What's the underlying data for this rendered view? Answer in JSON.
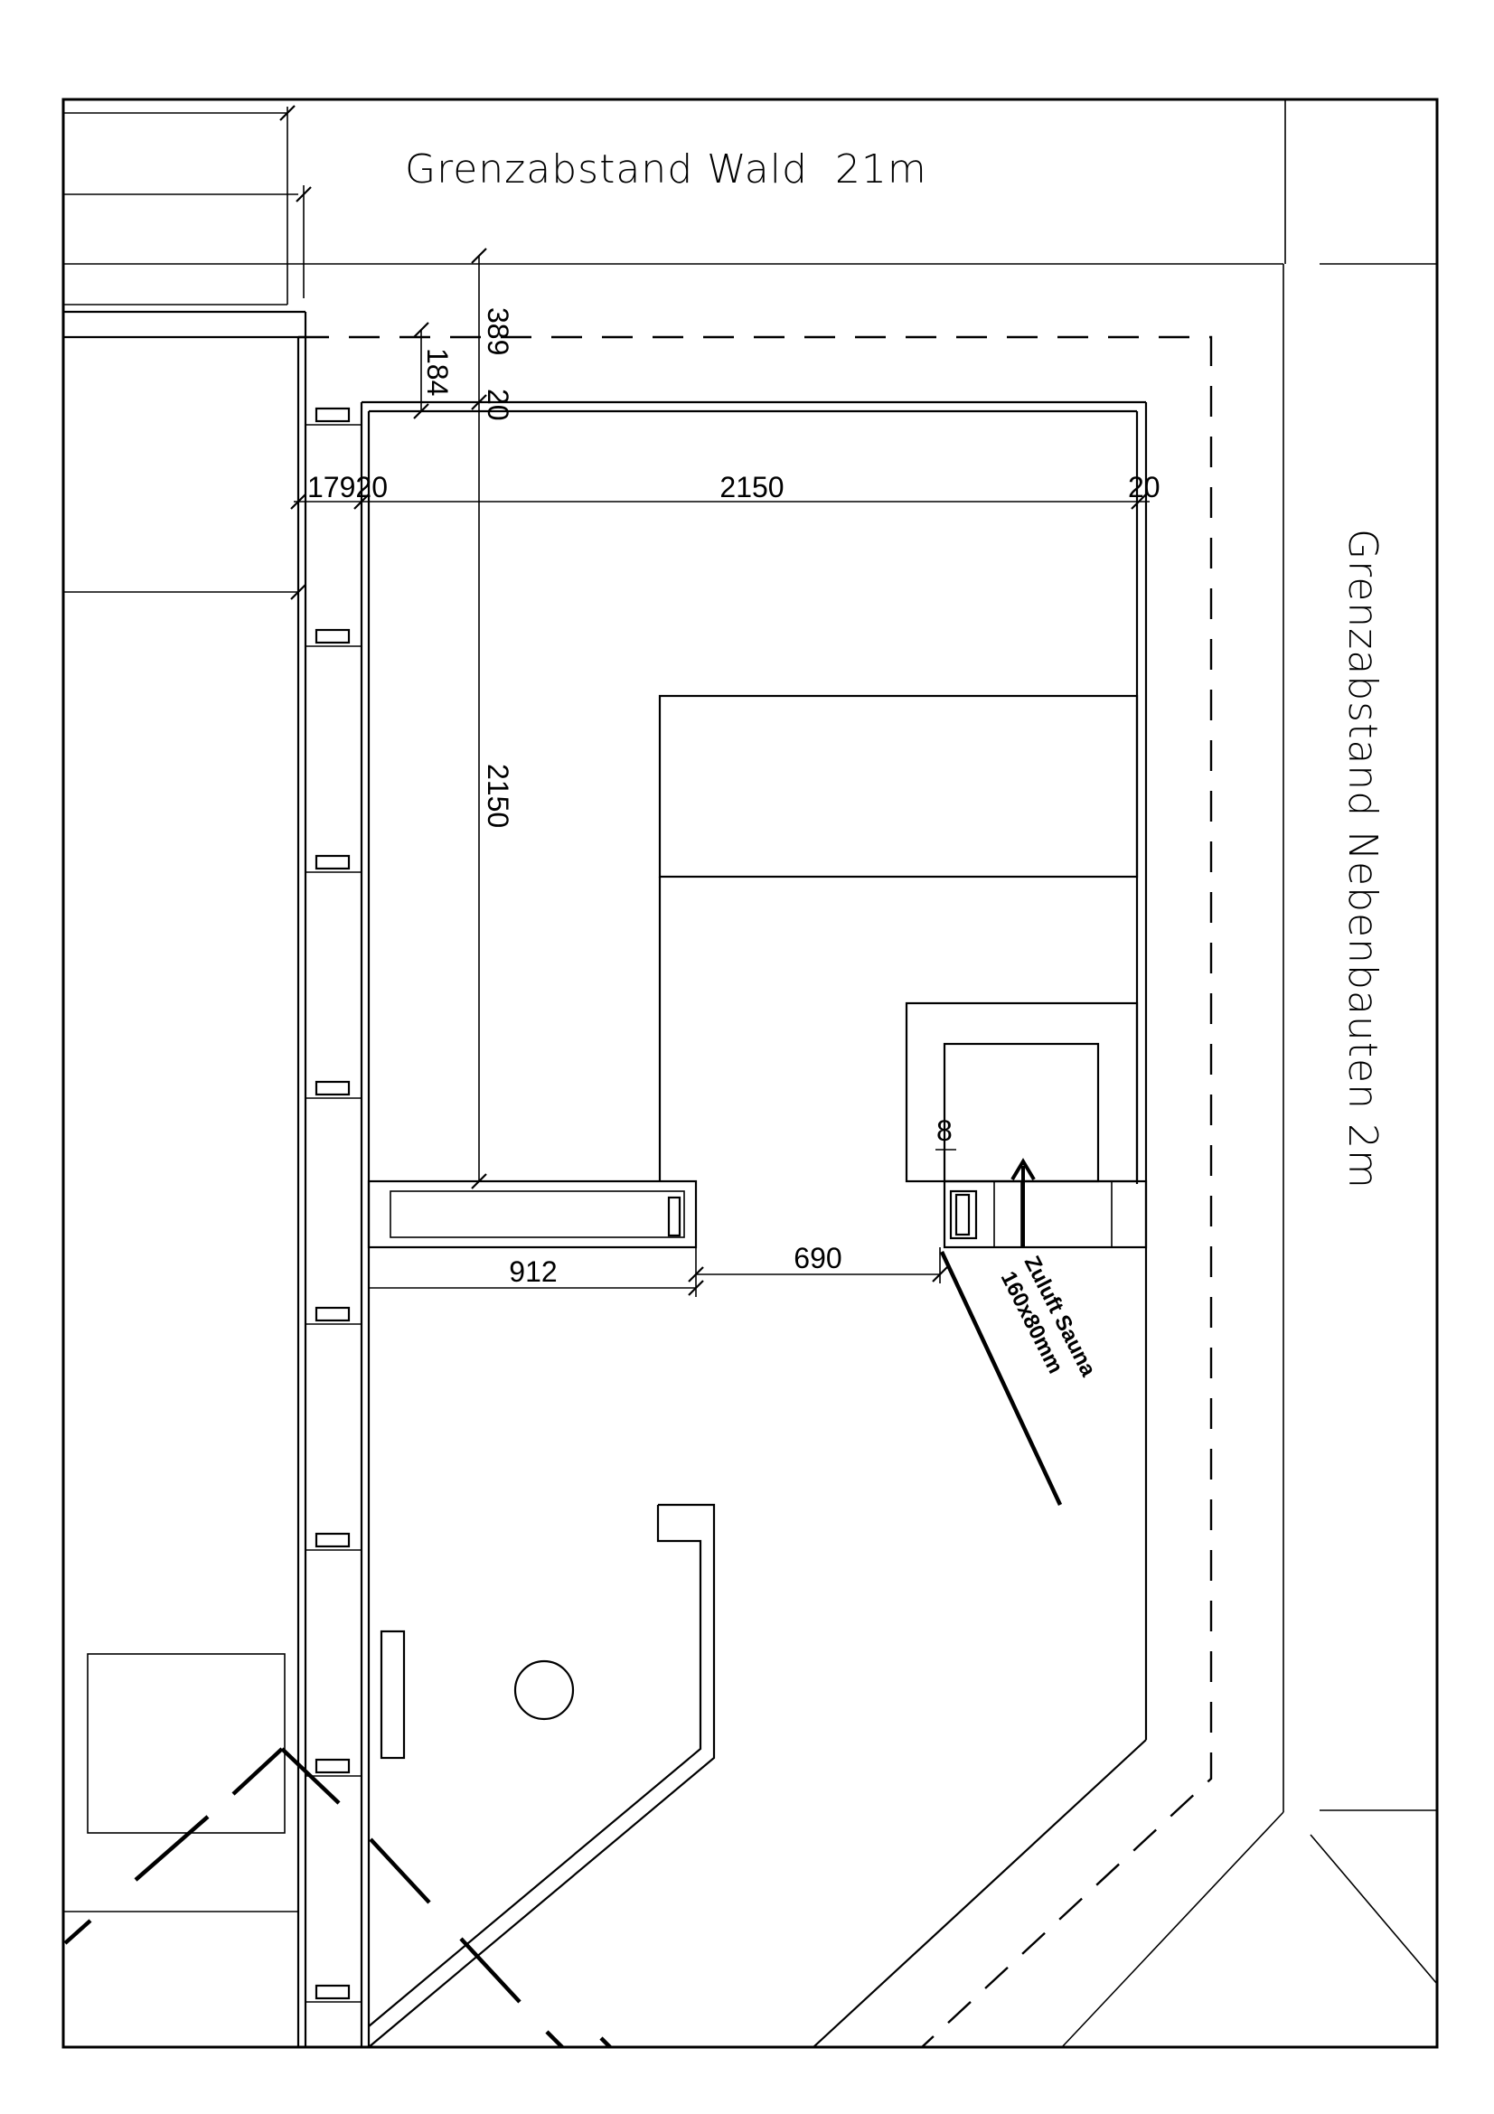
{
  "labels": {
    "boundary_forest": "Grenzabstand Wald  21m",
    "boundary_outbuildings": "Grenzabstand Nebenbauten 2m",
    "vent_title": "Zuluft Sauna",
    "vent_size": "160x80mm"
  },
  "dimensions": {
    "d389": "389",
    "d184": "184",
    "d20_top": "20",
    "d17920": "17920",
    "d2150_h": "2150",
    "d20_right": "20",
    "d2150_v": "2150",
    "d8": "8",
    "d912": "912",
    "d690": "690"
  }
}
